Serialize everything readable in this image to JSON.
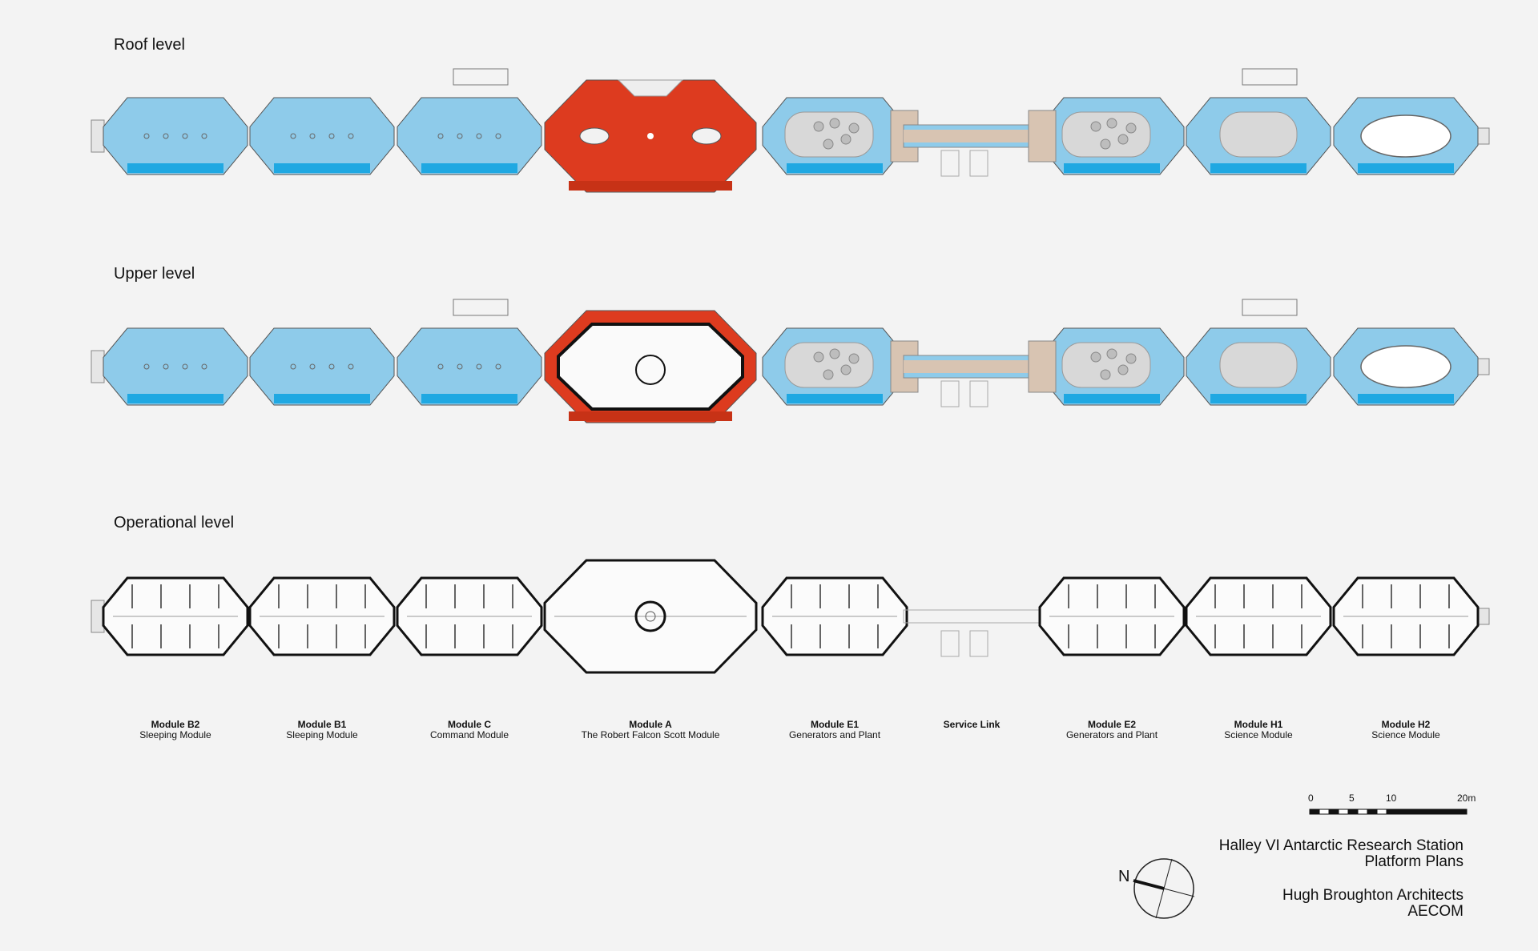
{
  "levels": {
    "roof": "Roof level",
    "upper": "Upper level",
    "operational": "Operational level"
  },
  "modules": [
    {
      "id": "B2",
      "name": "Module B2",
      "sub": "Sleeping Module",
      "kind": "sleeping"
    },
    {
      "id": "B1",
      "name": "Module B1",
      "sub": "Sleeping Module",
      "kind": "sleeping"
    },
    {
      "id": "C",
      "name": "Module C",
      "sub": "Command Module",
      "kind": "command"
    },
    {
      "id": "A",
      "name": "Module A",
      "sub": "The Robert Falcon Scott Module",
      "kind": "social"
    },
    {
      "id": "E1",
      "name": "Module E1",
      "sub": "Generators and Plant",
      "kind": "plant"
    },
    {
      "id": "SL",
      "name": "Service Link",
      "sub": "",
      "kind": "link"
    },
    {
      "id": "E2",
      "name": "Module E2",
      "sub": "Generators and Plant",
      "kind": "plant"
    },
    {
      "id": "H1",
      "name": "Module H1",
      "sub": "Science Module",
      "kind": "science"
    },
    {
      "id": "H2",
      "name": "Module H2",
      "sub": "Science Module",
      "kind": "science"
    }
  ],
  "scale_bar": {
    "ticks": [
      "0",
      "5",
      "10",
      "20m"
    ]
  },
  "north_label": "N",
  "title_block": {
    "line1": "Halley VI Antarctic Research Station",
    "line2": "Platform Plans",
    "line3": "Hugh Broughton Architects",
    "line4": "AECOM"
  },
  "colors": {
    "module_blue": "#8ecbea",
    "module_blue_dark": "#1fa8e2",
    "central_red": "#dd3b1f",
    "central_red_dark": "#c73216",
    "service_tan": "#d8c4b2",
    "plant_grey": "#d8d8d8",
    "background": "#f3f3f3"
  }
}
